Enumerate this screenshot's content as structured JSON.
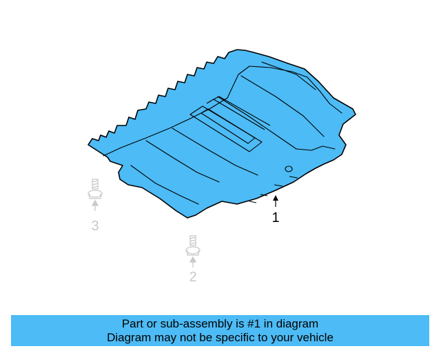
{
  "diagram": {
    "callouts": [
      {
        "number": "1",
        "part": "skid-plate"
      },
      {
        "number": "2",
        "part": "bolt"
      },
      {
        "number": "3",
        "part": "bolt"
      }
    ],
    "colors": {
      "highlight_fill": "#4dbbf5",
      "outline": "#000000",
      "ghost_part": "#c8c8c8"
    }
  },
  "banner": {
    "line1": "Part or sub-assembly is #1 in diagram",
    "line2": "Diagram may not be specific to your vehicle"
  }
}
